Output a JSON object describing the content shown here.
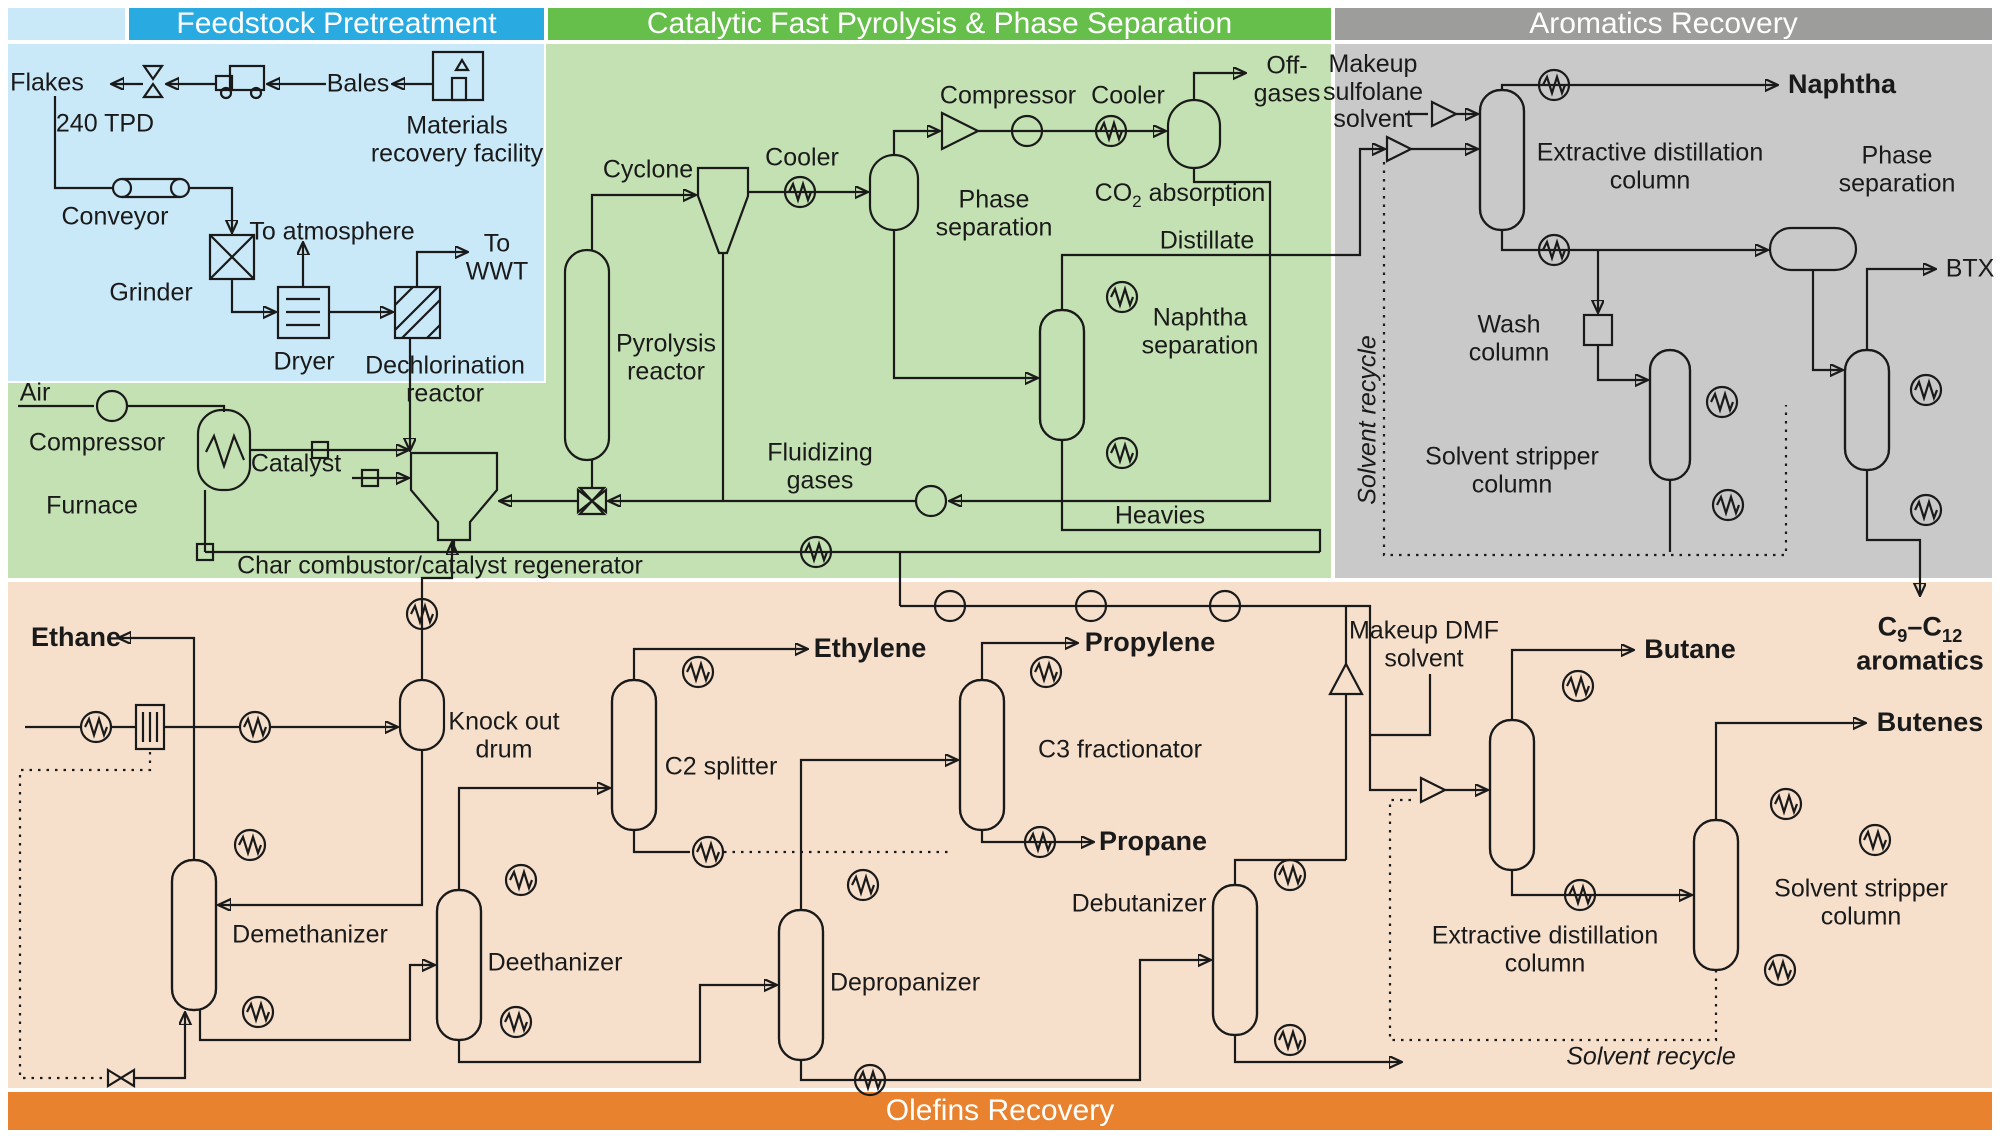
{
  "sections": {
    "feedstock": {
      "title": "Feedstock Pretreatment"
    },
    "pyrolysis": {
      "title": "Catalytic Fast Pyrolysis & Phase Separation"
    },
    "aromatics": {
      "title": "Aromatics Recovery"
    },
    "olefins": {
      "title": "Olefins Recovery"
    }
  },
  "colors": {
    "feedstock_header": "#29abe2",
    "feedstock_body": "#c9e8f8",
    "pyrolysis_header": "#65bf4a",
    "pyrolysis_body": "#c3e1b2",
    "aromatics_header": "#9d9d9c",
    "aromatics_body": "#c9c9c9",
    "olefins_header": "#e8822e",
    "olefins_body": "#f6e0cc",
    "line": "#1a1a1a"
  },
  "labels": {
    "flakes": "Flakes",
    "tpd": "240 TPD",
    "bales": "Bales",
    "mrf": "Materials recovery facility",
    "conveyor": "Conveyor",
    "grinder": "Grinder",
    "to_atmosphere": "To atmosphere",
    "dryer": "Dryer",
    "dechlorination_reactor": "Dechlorination reactor",
    "to_wwt": "To WWT",
    "cyclone": "Cyclone",
    "cooler1": "Cooler",
    "compressor_top": "Compressor",
    "cooler2": "Cooler",
    "off_gases": "Off-gases",
    "co2_absorption": {
      "pre": "CO",
      "sub": "2",
      "post": " absorption"
    },
    "phase_separation_green": "Phase separation",
    "pyrolysis_reactor": "Pyrolysis reactor",
    "distillate": "Distillate",
    "naphtha_separation": "Naphtha separation",
    "fluidizing_gases": "Fluidizing gases",
    "heavies": "Heavies",
    "air": "Air",
    "compressor_air": "Compressor",
    "catalyst": "Catalyst",
    "furnace": "Furnace",
    "char_combustor": "Char combustor/catalyst regenerator",
    "makeup_sulfolane": "Makeup sulfolane solvent",
    "naphtha": "Naphtha",
    "extractive_column_gray": "Extractive distillation column",
    "phase_separation_gray": "Phase separation",
    "wash_column": "Wash column",
    "solvent_recycle_gray": "Solvent recycle",
    "solvent_stripper_gray": "Solvent stripper column",
    "btx": "BTX",
    "c9_c12": {
      "p1": "C",
      "s1": "9",
      "p2": "–C",
      "s2": "12",
      "line2": "aromatics"
    },
    "ethane": "Ethane",
    "knock_out_drum": "Knock out drum",
    "c2_splitter": "C2 splitter",
    "ethylene": "Ethylene",
    "propylene": "Propylene",
    "c3_fractionator": "C3 fractionator",
    "propane": "Propane",
    "makeup_dmf": "Makeup DMF solvent",
    "butane": "Butane",
    "butenes": "Butenes",
    "demethanizer": "Demethanizer",
    "deethanizer": "Deethanizer",
    "depropanizer": "Depropanizer",
    "debutanizer": "Debutanizer",
    "extractive_column_olefins": "Extractive distillation column",
    "solvent_stripper_olefins": "Solvent stripper column",
    "solvent_recycle_olefins": "Solvent recycle"
  }
}
